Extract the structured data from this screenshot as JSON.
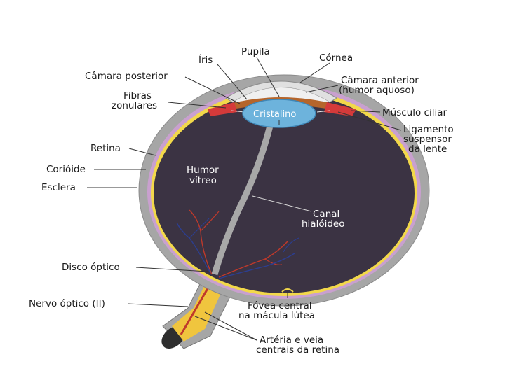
{
  "labels": {
    "iris": "Íris",
    "pupila": "Pupila",
    "cornea": "Córnea",
    "camara_posterior": "Câmara posterior",
    "camara_anterior_1": "Câmara anterior",
    "camara_anterior_2": "(humor aquoso)",
    "fibras_1": "Fibras",
    "fibras_2": "zonulares",
    "cristalino": "Cristalino",
    "musculo_ciliar": "Músculo ciliar",
    "ligamento_1": "Ligamento",
    "ligamento_2": "suspensor",
    "ligamento_3": "da lente",
    "retina": "Retina",
    "coroide": "Corióide",
    "esclera": "Esclera",
    "humor_1": "Humor",
    "humor_2": "vítreo",
    "canal_1": "Canal",
    "canal_2": "hialóideo",
    "disco_optico": "Disco óptico",
    "nervo_optico": "Nervo óptico (II)",
    "fovea_1": "Fóvea central",
    "fovea_2": "na mácula lútea",
    "arteria_1": "Artéria e veia",
    "arteria_2": "centrais da retina"
  },
  "colors": {
    "sclera": "#a6a6a6",
    "choroid": "#c9a0cf",
    "retina": "#f2d84a",
    "vitreous": "#3b3343",
    "lens": "#6db3dc",
    "iris": "#b5652b",
    "ciliary": "#d43a3a",
    "cornea": "#e8e8e8",
    "nerve": "#f0c53e",
    "vessel_red": "#c0392b",
    "vessel_blue": "#2c3e90"
  }
}
